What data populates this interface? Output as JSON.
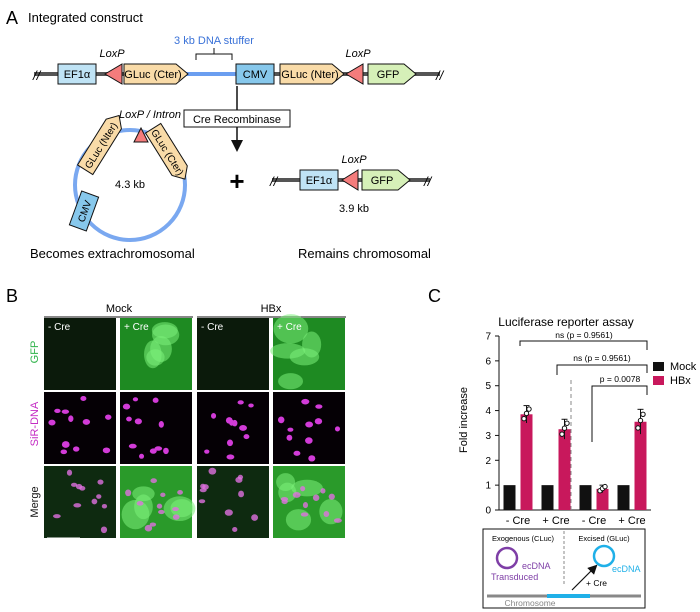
{
  "panel_a": {
    "letter": "A",
    "title": "Integrated construct",
    "stuffer_label": "3 kb DNA stuffer",
    "loxp": "LoxP",
    "genes": {
      "ef1a": "EF1α",
      "gluc_cter": "GLuc (Cter)",
      "cmv": "CMV",
      "gluc_nter": "GLuc (Nter)",
      "gfp": "GFP"
    },
    "cre_box": "Cre Recombinase",
    "plasmid": {
      "top_label": "LoxP / Intron",
      "size": "4.3 kb",
      "nter": "GLuc (Nter)",
      "cter": "GLuc (Cter)",
      "cmv": "CMV"
    },
    "plus": "+",
    "remaining": {
      "loxp": "LoxP",
      "ef1a": "EF1α",
      "gfp": "GFP",
      "size": "3.9 kb"
    },
    "caption_left": "Becomes extrachromosomal",
    "caption_right": "Remains chromosomal",
    "colors": {
      "ef1a": "#bfe3f5",
      "gluc": "#f9dba8",
      "cmv": "#87c8ec",
      "gfp": "#d6f0b8",
      "loxp": "#f47c7c",
      "stuffer": "#6b9ef0",
      "plasmid_arc": "#7aa8f0"
    }
  },
  "panel_b": {
    "letter": "B",
    "groups": [
      "Mock",
      "HBx"
    ],
    "columns": [
      "- Cre",
      "+ Cre",
      "- Cre",
      "+ Cre"
    ],
    "rows": [
      {
        "label": "GFP",
        "color": "#2fb34a"
      },
      {
        "label": "SiR-DNA",
        "color": "#c42bc4"
      },
      {
        "label": "Merge",
        "color": "#111111"
      }
    ]
  },
  "panel_c": {
    "letter": "C",
    "legend_mock": "Mock",
    "legend_hbx": "HBx",
    "stats": [
      "ns (p = 0.9561)",
      "ns (p = 0.9561)",
      "p = 0.0078"
    ],
    "inset": {
      "exogenous": "Exogenous (CLuc)",
      "excised": "Excised (GLuc)",
      "ecdna_left": "ecDNA",
      "ecdna_right": "ecDNA",
      "transduced": "Transduced",
      "plus_cre": "+ Cre",
      "chromosome": "Chromosome"
    },
    "colors": {
      "mock": "#111111",
      "hbx": "#c8185c",
      "purple": "#7e3ea6",
      "cyan": "#1fb0e8"
    }
  },
  "chart_data": {
    "type": "bar",
    "title": "Luciferase reporter assay",
    "ylabel": "Fold increase",
    "xlabel": "",
    "ylim": [
      0,
      7
    ],
    "yticks": [
      0,
      1,
      2,
      3,
      4,
      5,
      6,
      7
    ],
    "categories": [
      "- Cre",
      "+ Cre",
      "- Cre",
      "+ Cre"
    ],
    "series": [
      {
        "name": "Mock",
        "values": [
          1,
          1,
          1,
          1
        ]
      },
      {
        "name": "HBx",
        "values": [
          3.85,
          3.25,
          0.85,
          3.55
        ],
        "errors": [
          0.35,
          0.4,
          0.15,
          0.5
        ]
      }
    ],
    "legend": "right",
    "grid": false
  }
}
